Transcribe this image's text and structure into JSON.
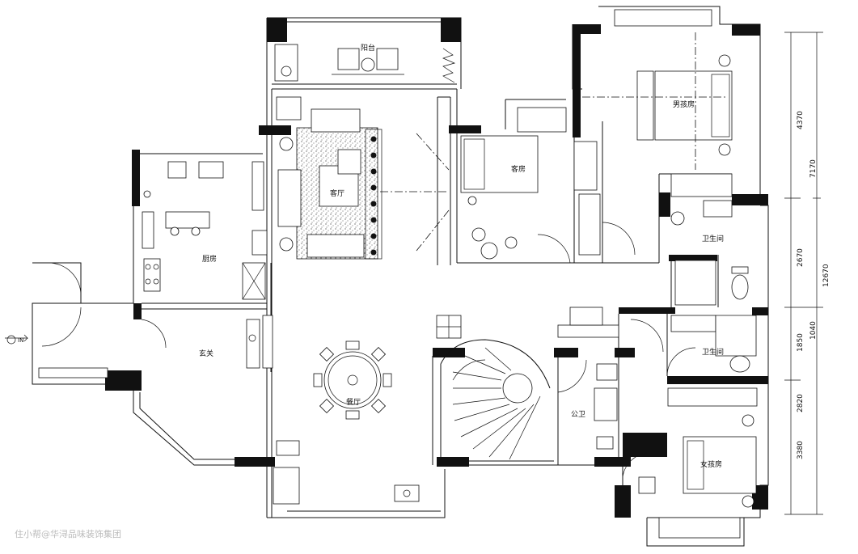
{
  "rooms": {
    "balcony": "阳台",
    "living_room": "客厅",
    "guest_room": "客房",
    "boys_room": "男孩房",
    "bathroom_1": "卫生间",
    "bathroom_2": "卫生间",
    "kitchen": "厨房",
    "foyer": "玄关",
    "dining_room": "餐厅",
    "public_wc": "公卫",
    "girls_room": "女孩房"
  },
  "entrance_label": "IN",
  "dimensions": {
    "d1": "4370",
    "d2": "7170",
    "d3": "2670",
    "d4": "12670",
    "d5": "1850",
    "d6": "1040",
    "d7": "2820",
    "d8": "3380"
  },
  "watermark": "住小帮@华浔品味装饰集团"
}
